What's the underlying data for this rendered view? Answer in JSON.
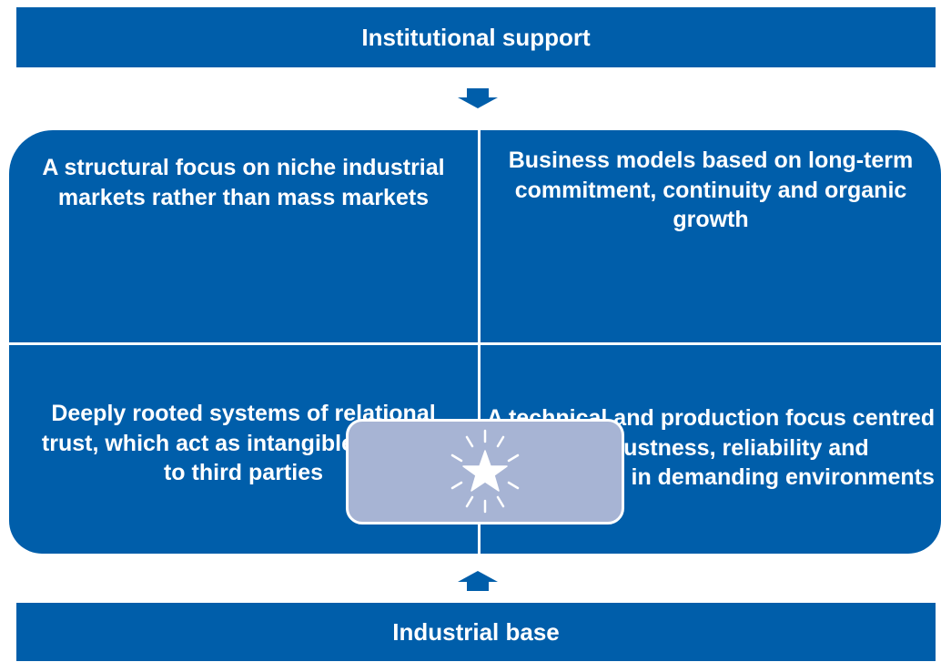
{
  "top_banner": {
    "label": "Institutional support"
  },
  "bottom_banner": {
    "label": "Industrial base"
  },
  "quadrants": {
    "top_left": "A structural focus on niche industrial markets rather than mass markets",
    "top_right": "Business models based on long-term commitment, continuity and organic growth",
    "bottom_left": "Deeply rooted systems of relational trust, which act as intangible barriers to third parties",
    "bottom_right": "A technical and production focus centred on robustness, reliability and performance in demanding environments"
  },
  "center": {
    "icon": "sparkle-star-icon"
  },
  "colors": {
    "primary_blue": "#005eaa",
    "center_fill": "#a7b4d4",
    "text": "#ffffff"
  }
}
